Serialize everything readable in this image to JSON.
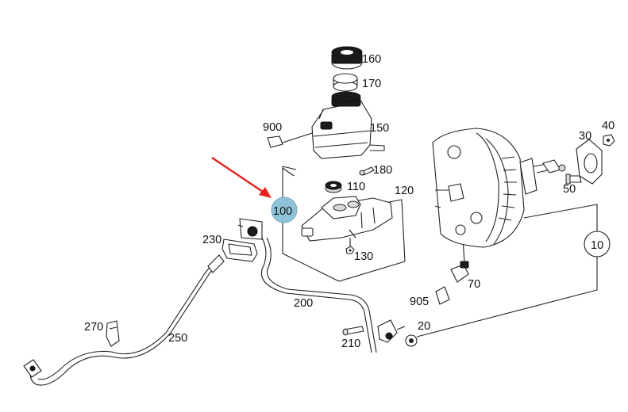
{
  "callouts": [
    {
      "id": "part-160",
      "label": "160"
    },
    {
      "id": "part-170",
      "label": "170"
    },
    {
      "id": "part-900",
      "label": "900"
    },
    {
      "id": "part-150",
      "label": "150"
    },
    {
      "id": "part-180",
      "label": "180"
    },
    {
      "id": "part-110",
      "label": "110"
    },
    {
      "id": "part-120",
      "label": "120"
    },
    {
      "id": "part-100",
      "label": "100"
    },
    {
      "id": "part-130",
      "label": "130"
    },
    {
      "id": "part-230",
      "label": "230"
    },
    {
      "id": "part-200",
      "label": "200"
    },
    {
      "id": "part-250",
      "label": "250"
    },
    {
      "id": "part-270",
      "label": "270"
    },
    {
      "id": "part-210",
      "label": "210"
    },
    {
      "id": "part-20",
      "label": "20"
    },
    {
      "id": "part-905",
      "label": "905"
    },
    {
      "id": "part-70",
      "label": "70"
    },
    {
      "id": "part-50",
      "label": "50"
    },
    {
      "id": "part-30",
      "label": "30"
    },
    {
      "id": "part-40",
      "label": "40"
    },
    {
      "id": "part-10",
      "label": "10"
    }
  ],
  "highlight": {
    "label": "100",
    "fill": "#8fc4d8"
  },
  "arrow_color": "#e8201c"
}
